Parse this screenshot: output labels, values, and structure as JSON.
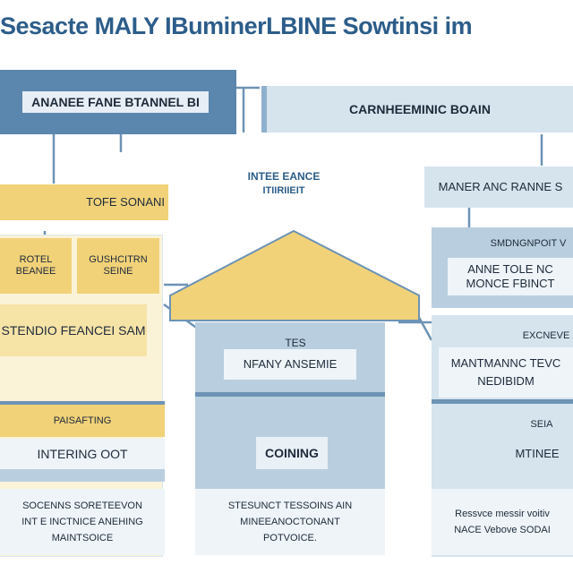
{
  "title": "Sesacte MALY IBuminerLBINE Sowtinsi im",
  "top_left_banner": "ANANEE FANE BTANNEL BI",
  "top_right_banner": "CARNHEEMINIC BOAIN",
  "center_label": {
    "line1": "INTEE EANCE",
    "line2": "ITIIRIIEIT"
  },
  "left_column": {
    "header": "TOFE SONANI",
    "card_a": "ROTEL BEANEE",
    "card_b": "GUSHCITRN SEINE",
    "banner": "STENDIO FEANCEI SAM",
    "row1": "PAISAFTING",
    "row2": "INTERING OOT",
    "footer": {
      "line1": "SOCENNS SORETEEVON",
      "line2": "INT E INCTNICE ANEHING",
      "line3": "MAINTSOICE"
    }
  },
  "center_column": {
    "tag": "TES",
    "box_label": "NFANY ANSEMIE",
    "button": "COINING",
    "footer": {
      "line1": "STESUNCT TESSOINS AIN",
      "line2": "MINEEANOCTONANT",
      "line3": "POTVOICE."
    }
  },
  "right_column": {
    "header": "MANER ANC RANNE S",
    "small_tag": "SMDNGNPOIT V",
    "card": {
      "line1": "ANNE TOLE NC",
      "line2": "MONCE FBINCT"
    },
    "tag2": "EXCNEVE",
    "row1": {
      "line1": "MANTMANNC TEVC",
      "line2": "NEDIBIDM"
    },
    "small2": "SEIA",
    "row2": "MTINEE",
    "footer": {
      "line1": "Ressvce messir voitiv",
      "line2": "NACE Vebove SODAI"
    }
  },
  "colors": {
    "blue_dark": "#5b86ad",
    "blue_light": "#d6e4ee",
    "yellow": "#f1d279",
    "title": "#2c5d8a"
  }
}
